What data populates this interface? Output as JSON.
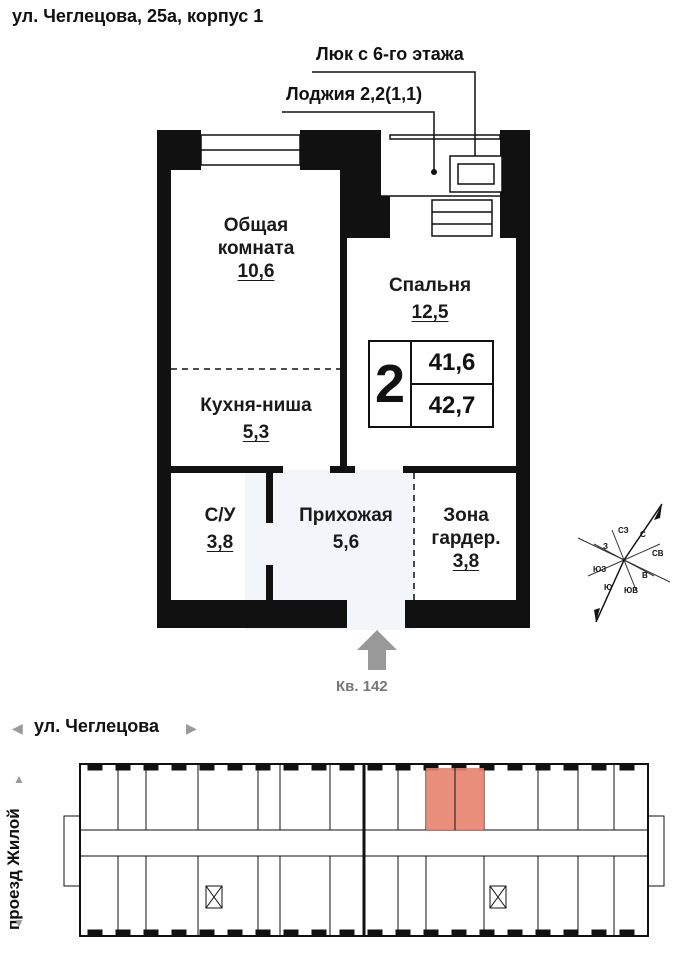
{
  "address": "ул. Чеглецова, 25а, корпус 1",
  "callouts": {
    "hatch": "Люк с 6-го этажа",
    "loggia": "Лоджия 2,2(1,1)"
  },
  "rooms": [
    {
      "id": "living",
      "name_line1": "Общая",
      "name_line2": "комната",
      "area": "10,6"
    },
    {
      "id": "kitchen",
      "name_line1": "Кухня-ниша",
      "name_line2": "",
      "area": "5,3"
    },
    {
      "id": "bedroom",
      "name_line1": "Спальня",
      "name_line2": "",
      "area": "12,5"
    },
    {
      "id": "bathroom",
      "name_line1": "С/У",
      "name_line2": "",
      "area": "3,8"
    },
    {
      "id": "hallway",
      "name_line1": "Прихожая",
      "name_line2": "",
      "area": "5,6"
    },
    {
      "id": "wardrobe",
      "name_line1": "Зона",
      "name_line2": "гардер.",
      "area": "3,8"
    }
  ],
  "apartment": {
    "rooms_count": "2",
    "living_area": "41,6",
    "total_area": "42,7",
    "entrance_label": "Кв. 142"
  },
  "compass": {
    "n": "С",
    "s": "Ю",
    "e": "В",
    "w": "З",
    "ne": "СВ",
    "nw": "СЗ",
    "se": "ЮВ",
    "sw": "ЮЗ"
  },
  "floorplan": {
    "street": "ул. Чеглецова",
    "side_street": "проезд Жилой",
    "highlight_color": "#e8826e"
  }
}
